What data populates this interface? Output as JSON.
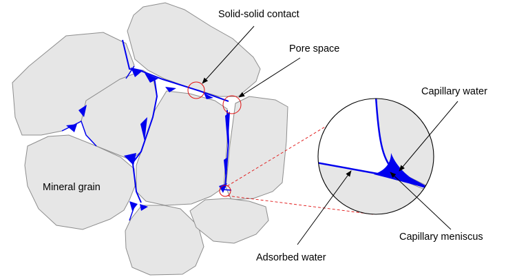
{
  "labels": {
    "solid_contact": "Solid-solid contact",
    "pore_space": "Pore space",
    "capillary_water": "Capillary  water",
    "mineral_grain": "Mineral grain",
    "capillary_meniscus": "Capillary meniscus",
    "adsorbed_water": "Adsorbed water"
  },
  "colors": {
    "grain_fill": "#e6e6e6",
    "grain_outline": "#8c8c8c",
    "water": "#0000ee",
    "highlight": "#e01010",
    "text": "#000000"
  }
}
